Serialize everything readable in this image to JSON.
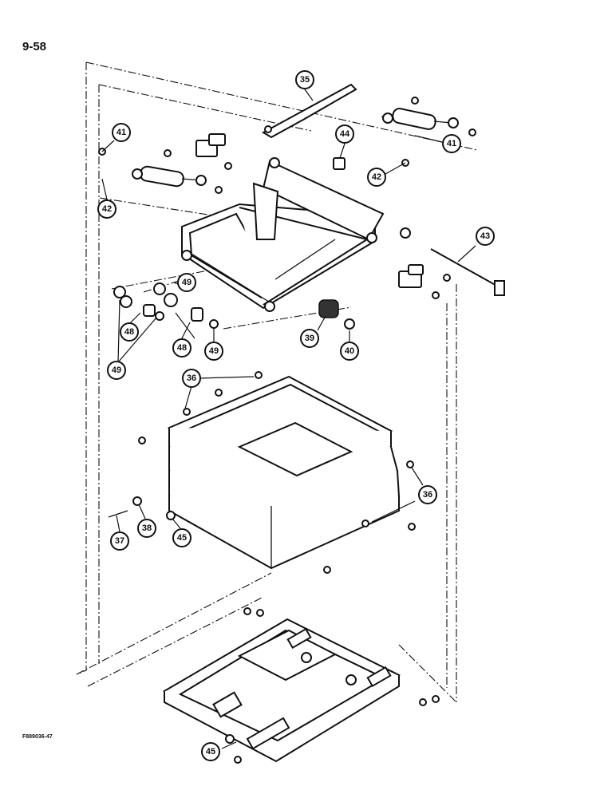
{
  "page": {
    "label": "9-58"
  },
  "figure": {
    "id": "F889036-47"
  },
  "callouts": [
    "35",
    "41",
    "44",
    "41",
    "42",
    "42",
    "43",
    "49",
    "48",
    "49",
    "48",
    "39",
    "40",
    "49",
    "36",
    "36",
    "37",
    "38",
    "45",
    "45"
  ]
}
